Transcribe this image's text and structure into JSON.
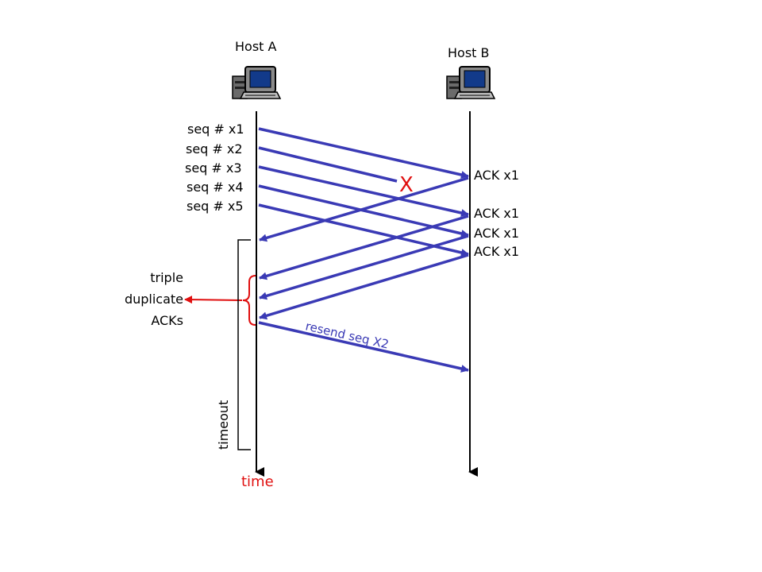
{
  "hosts": {
    "a": "Host A",
    "b": "Host B"
  },
  "segments": [
    "seq # x1",
    "seq # x2",
    "seq # x3",
    "seq # x4",
    "seq # x5"
  ],
  "acks": [
    "ACK x1",
    "ACK x1",
    "ACK x1",
    "ACK x1"
  ],
  "loss_marker": "X",
  "annotation": {
    "line1": "triple",
    "line2": "duplicate",
    "line3": "ACKs"
  },
  "resend": "resend seq X2",
  "timeout": "timeout",
  "time": "time",
  "colors": {
    "arrow": "#3a3ab5",
    "red": "#e01010",
    "timeline": "#000000"
  },
  "icons": {
    "host_a": "computer-icon",
    "host_b": "computer-icon"
  }
}
